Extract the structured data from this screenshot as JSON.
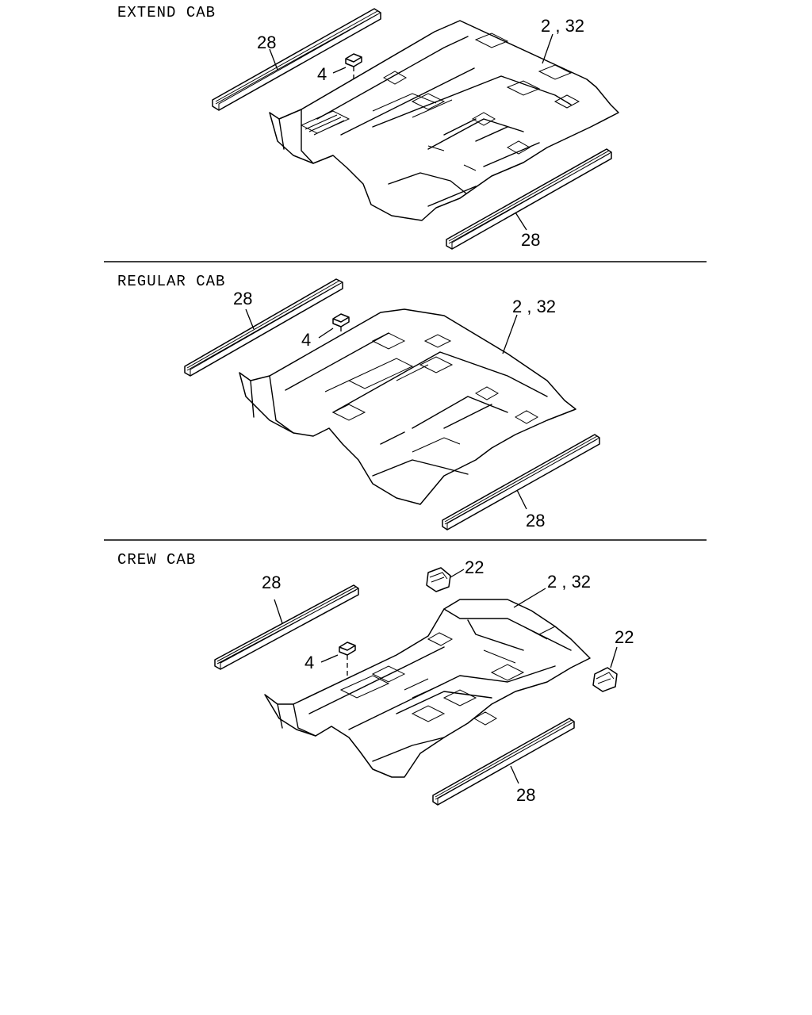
{
  "sections": [
    {
      "title": "EXTEND CAB",
      "callouts": {
        "floor": "2 , 32",
        "sill_upper": "28",
        "sill_lower": "28",
        "clip": "4"
      }
    },
    {
      "title": "REGULAR CAB",
      "callouts": {
        "floor": "2 , 32",
        "sill_upper": "28",
        "sill_lower": "28",
        "clip": "4"
      }
    },
    {
      "title": "CREW CAB",
      "callouts": {
        "floor": "2 , 32",
        "sill_upper": "28",
        "sill_lower": "28",
        "clip": "4",
        "plug_upper": "22",
        "plug_right": "22"
      }
    }
  ],
  "icons": {
    "floor_panel": "floor-panel-drawing",
    "sill_rail": "sill-rail-drawing",
    "clip": "clip-drawing",
    "plug": "plug-drawing"
  }
}
